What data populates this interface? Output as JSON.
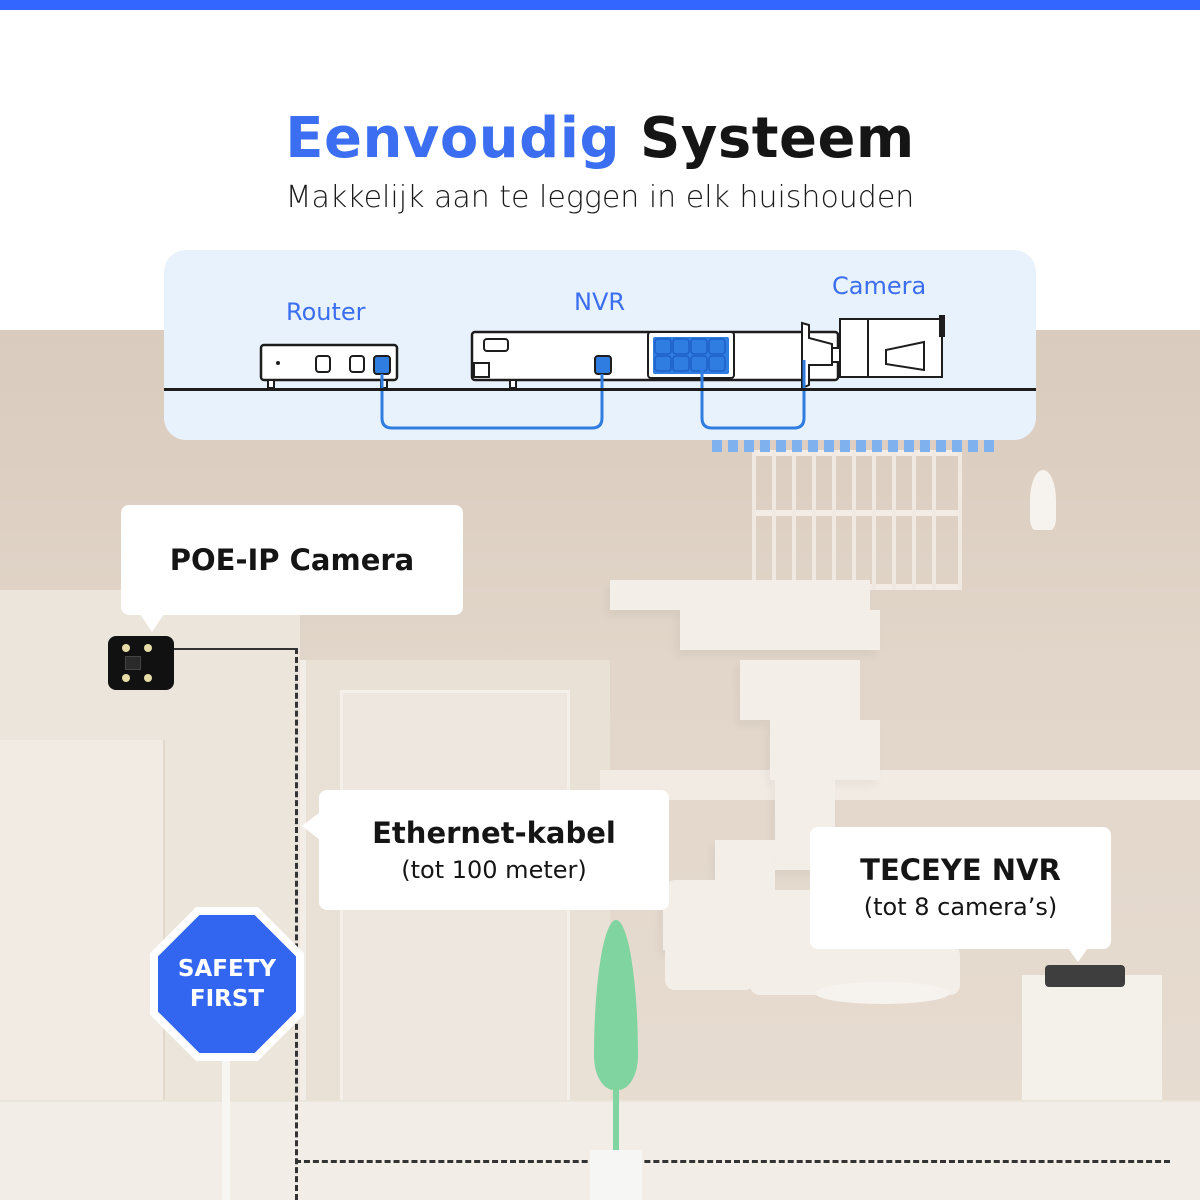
{
  "header": {
    "title_accent": "Eenvoudig",
    "title_rest": "Systeem",
    "subtitle": "Makkelijk aan te leggen in elk huishouden"
  },
  "network_diagram": {
    "nodes": [
      {
        "label": "Router",
        "icon": "router-icon"
      },
      {
        "label": "NVR",
        "icon": "nvr-icon"
      },
      {
        "label": "Camera",
        "icon": "bullet-camera-icon"
      }
    ],
    "connections": [
      {
        "from": "Router",
        "to": "NVR"
      },
      {
        "from": "NVR",
        "to": "Camera"
      }
    ],
    "nvr_poe_ports": 8
  },
  "callouts": {
    "camera": {
      "main": "POE-IP Camera"
    },
    "cable": {
      "main": "Ethernet-kabel",
      "sub": "(tot 100 meter)"
    },
    "nvr": {
      "main": "TECEYE NVR",
      "sub": "(tot 8 camera’s)"
    }
  },
  "sign": {
    "line1": "SAFETY",
    "line2": "FIRST"
  },
  "colors": {
    "accent": "#3366ff",
    "accent_text": "#3b6ef0",
    "card_bg": "#e8f2fc",
    "port_blue": "#2f7de1",
    "text_dark": "#151515",
    "tree_green": "#7fd4a0"
  }
}
